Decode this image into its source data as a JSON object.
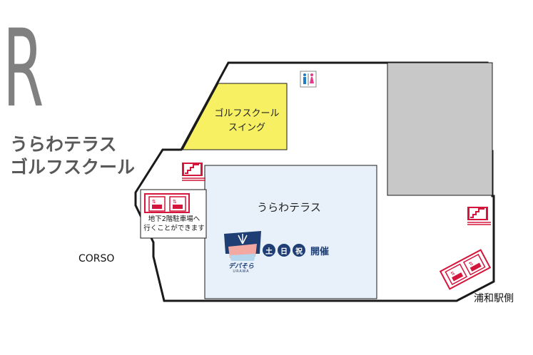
{
  "floor": {
    "letter": "R"
  },
  "area_title": {
    "line1": "うらわテラス",
    "line2": "ゴルフスクール"
  },
  "map": {
    "golf_school": {
      "line1": "ゴルフスクール",
      "line2": "スイング"
    },
    "terrace": {
      "label": "うらわテラス"
    },
    "parking_note": {
      "line1": "地下2階駐車場へ",
      "line2": "行くことができます"
    },
    "depa_sora": {
      "name": "デパそら",
      "sub": "URAWA",
      "days": [
        "土",
        "日",
        "祝"
      ],
      "open_label": "開催"
    },
    "corso": "CORSO",
    "station_side": "浦和駅側"
  },
  "icons": [
    "restroom-icon",
    "escalator-icon",
    "elevator-icon"
  ],
  "colors": {
    "golf_fill": "#f7f062",
    "terrace_fill": "#e8f1f9",
    "storage_fill": "#c8c8c8",
    "outline": "#1a1a1a",
    "elevator_red": "#d4163c",
    "brand_navy": "#1f3f74",
    "restroom_blue": "#1e7ec8",
    "restroom_pink": "#e23a8c"
  }
}
